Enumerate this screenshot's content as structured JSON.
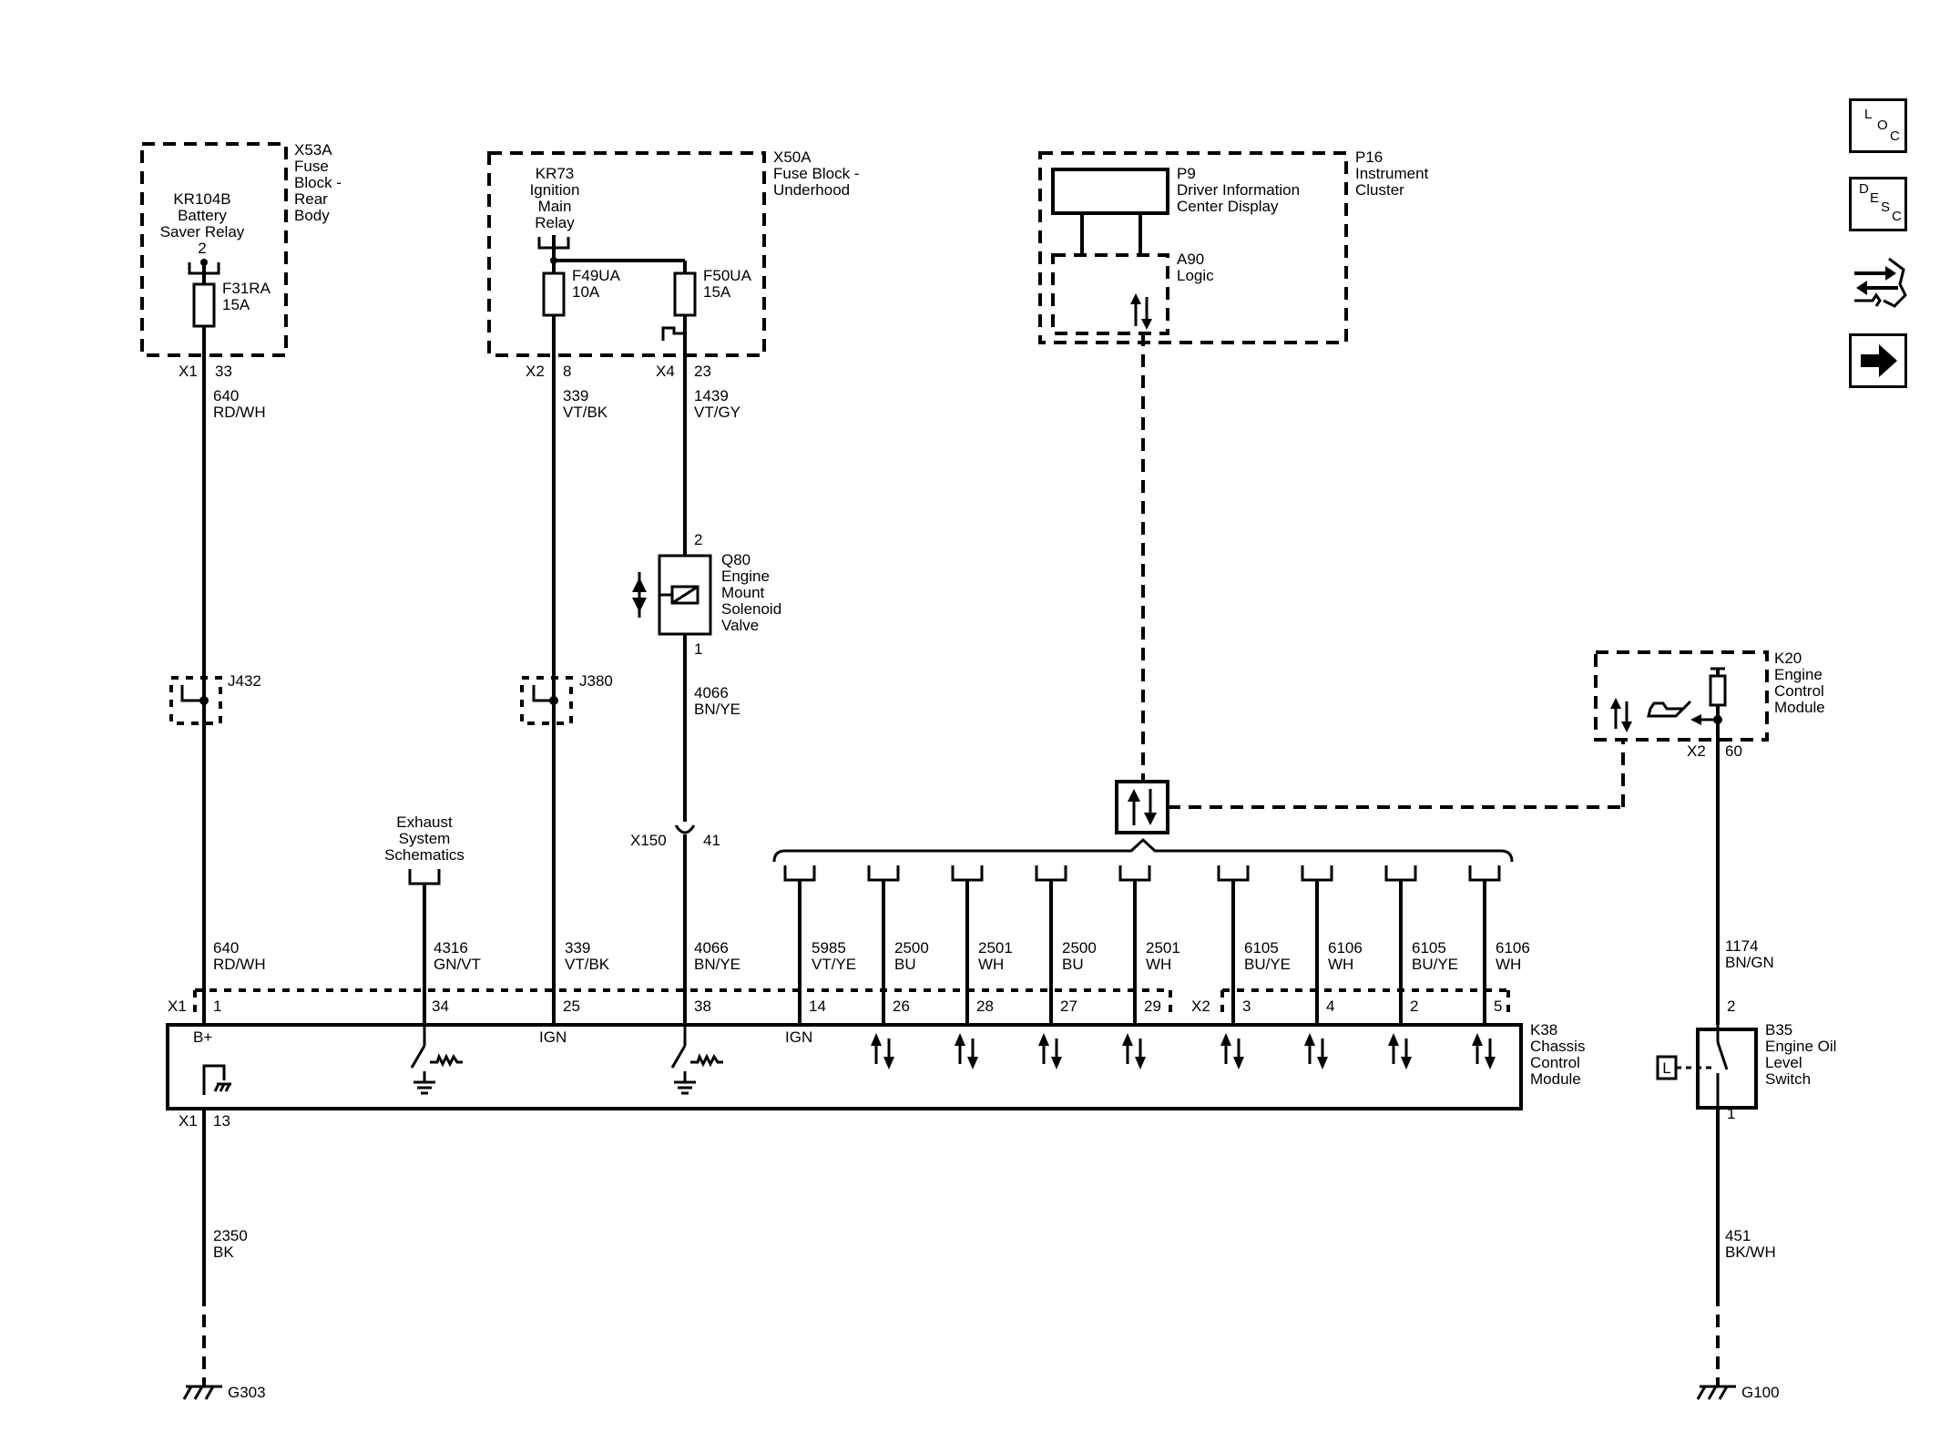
{
  "fuse_blocks": {
    "x53a": {
      "id": "X53A",
      "name": [
        "Fuse",
        "Block -",
        "Rear",
        "Body"
      ]
    },
    "x50a": {
      "id": "X50A",
      "name": [
        "Fuse Block -",
        "Underhood"
      ]
    }
  },
  "relays": {
    "kr104b": {
      "lines": [
        "KR104B",
        "Battery",
        "Saver Relay"
      ],
      "pin": "2"
    },
    "kr73": {
      "lines": [
        "KR73",
        "Ignition",
        "Main",
        "Relay"
      ]
    }
  },
  "fuses": {
    "f31ra": {
      "id": "F31RA",
      "rating": "15A"
    },
    "f49ua": {
      "id": "F49UA",
      "rating": "10A"
    },
    "f50ua": {
      "id": "F50UA",
      "rating": "15A"
    }
  },
  "connectors": {
    "x1_33": {
      "conn": "X1",
      "pin": "33"
    },
    "x2_8": {
      "conn": "X2",
      "pin": "8"
    },
    "x4_23": {
      "conn": "X4",
      "pin": "23"
    },
    "x150_41": {
      "conn": "X150",
      "pin": "41"
    },
    "k38_x1": "X1",
    "k38_x2": "X2",
    "k38_x1_13": {
      "conn": "X1",
      "pin": "13"
    },
    "k20_x2_60": {
      "conn": "X2",
      "pin": "60"
    }
  },
  "wires": {
    "w640_top": {
      "circuit": "640",
      "color": "RD/WH"
    },
    "w339_top": {
      "circuit": "339",
      "color": "VT/BK"
    },
    "w1439": {
      "circuit": "1439",
      "color": "VT/GY"
    },
    "w4066_mid": {
      "circuit": "4066",
      "color": "BN/YE"
    },
    "w640": {
      "circuit": "640",
      "color": "RD/WH"
    },
    "w4316": {
      "circuit": "4316",
      "color": "GN/VT"
    },
    "w339": {
      "circuit": "339",
      "color": "VT/BK"
    },
    "w4066": {
      "circuit": "4066",
      "color": "BN/YE"
    },
    "w5985": {
      "circuit": "5985",
      "color": "VT/YE"
    },
    "w2500a": {
      "circuit": "2500",
      "color": "BU"
    },
    "w2501a": {
      "circuit": "2501",
      "color": "WH"
    },
    "w2500b": {
      "circuit": "2500",
      "color": "BU"
    },
    "w2501b": {
      "circuit": "2501",
      "color": "WH"
    },
    "w6105a": {
      "circuit": "6105",
      "color": "BU/YE"
    },
    "w6106a": {
      "circuit": "6106",
      "color": "WH"
    },
    "w6105b": {
      "circuit": "6105",
      "color": "BU/YE"
    },
    "w6106b": {
      "circuit": "6106",
      "color": "WH"
    },
    "w2350": {
      "circuit": "2350",
      "color": "BK"
    },
    "w1174": {
      "circuit": "1174",
      "color": "BN/GN"
    },
    "w451": {
      "circuit": "451",
      "color": "BK/WH"
    }
  },
  "splices": {
    "j432": "J432",
    "j380": "J380"
  },
  "solenoid": {
    "id": "Q80",
    "name": [
      "Engine",
      "Mount",
      "Solenoid",
      "Valve"
    ],
    "pin_top": "2",
    "pin_bottom": "1"
  },
  "instrument_cluster": {
    "id": "P16",
    "name": [
      "Instrument",
      "Cluster"
    ],
    "display": [
      "P9",
      "Driver Information",
      "Center Display"
    ],
    "logic": [
      "A90",
      "Logic"
    ]
  },
  "ecm": {
    "id": "K20",
    "name": [
      "Engine",
      "Control",
      "Module"
    ]
  },
  "exhaust_ref": [
    "Exhaust",
    "System",
    "Schematics"
  ],
  "ccm": {
    "id": "K38",
    "name": [
      "Chassis",
      "Control",
      "Module"
    ],
    "pins": [
      "1",
      "34",
      "25",
      "38",
      "14",
      "26",
      "28",
      "27",
      "29",
      "3",
      "4",
      "2",
      "5"
    ],
    "bplus": "B+",
    "ign1": "IGN",
    "ign2": "IGN"
  },
  "oil_switch": {
    "id": "B35",
    "name": [
      "Engine Oil",
      "Level",
      "Switch"
    ],
    "pin_top": "2",
    "pin_bottom": "1",
    "symbol": "L"
  },
  "grounds": {
    "g303": "G303",
    "g100": "G100"
  },
  "nav": {
    "loc": [
      "L",
      "O",
      "C"
    ],
    "desc": [
      "D",
      "E",
      "S",
      "C"
    ],
    "icons": [
      "connector-navigation-icon",
      "next-page-icon"
    ]
  }
}
